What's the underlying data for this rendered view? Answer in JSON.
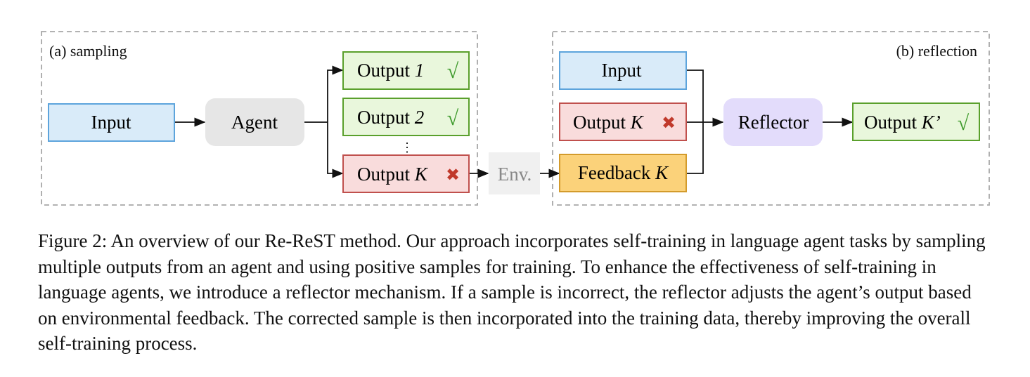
{
  "panel_a": {
    "label": "(a) sampling"
  },
  "panel_b": {
    "label": "(b) reflection"
  },
  "nodes": {
    "input_a": "Input",
    "agent": "Agent",
    "output_1": {
      "prefix": "Output ",
      "index": "1",
      "mark": "√"
    },
    "output_2": {
      "prefix": "Output ",
      "index": "2",
      "mark": "√"
    },
    "ellipsis": "⋮",
    "output_k": {
      "prefix": "Output ",
      "index": "K",
      "mark": "✖"
    },
    "env": "Env.",
    "input_b": "Input",
    "output_k_b": {
      "prefix": "Output ",
      "index": "K",
      "mark": "✖"
    },
    "feedback_k": {
      "prefix": "Feedback ",
      "index": "K"
    },
    "reflector": "Reflector",
    "output_k_prime": {
      "prefix": "Output ",
      "index": "K’",
      "mark": "√"
    }
  },
  "colors": {
    "blue_fill": "#d9ebf9",
    "blue_stroke": "#5da4dc",
    "green_fill": "#e9f7dc",
    "green_stroke": "#5aa02c",
    "red_fill": "#f9dcdc",
    "red_stroke": "#c0504d",
    "orange_fill": "#fbd27a",
    "orange_stroke": "#d39b2c",
    "gray_fill": "#e6e6e6",
    "env_fill": "#f0f0f0",
    "env_text": "#888888",
    "purple_fill": "#e3dcfb",
    "check": "#3f9b2d",
    "cross": "#c0392b"
  },
  "caption": "Figure 2:  An overview of our Re-ReST method. Our approach incorporates self-training in language agent tasks by sampling multiple outputs from an agent and using positive samples for training. To enhance the effectiveness of self-training in language agents, we introduce a reflector mechanism. If a sample is incorrect, the reflector adjusts the agent’s output based on environmental feedback. The corrected sample is then incorporated into the training data, thereby improving the overall self-training process."
}
